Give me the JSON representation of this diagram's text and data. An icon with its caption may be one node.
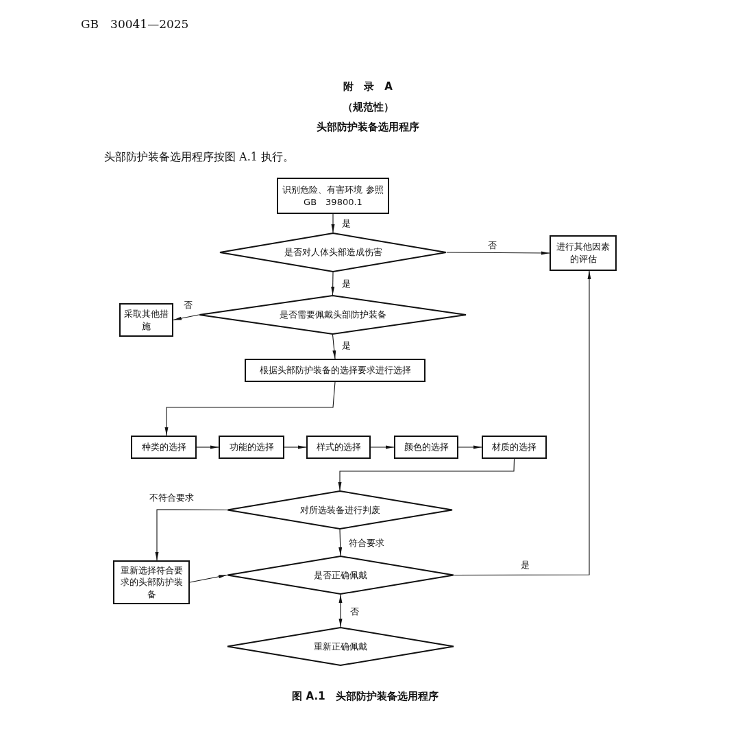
{
  "diagram": {
    "title": "头部防护装备选用程序",
    "caption": "图 A.1　头部防护装备选用程序",
    "nodes": [
      {
        "text": [
          "识别危险、有害环境 参照GB　39800.1"
        ]
      },
      {
        "text": [
          "是否对人体头部造成伤害"
        ]
      },
      {
        "text": [
          "进行其他因素的评估"
        ]
      },
      {
        "text": [
          "是否需要佩戴头部防护装备"
        ]
      },
      {
        "text": [
          "采取其他措施"
        ]
      },
      {
        "text": [
          "根据头部防护装备的选择要求进行选择"
        ]
      },
      {
        "text": [
          "种类的选择"
        ]
      },
      {
        "text": [
          "功能的选择"
        ]
      },
      {
        "text": [
          "样式的选择"
        ]
      },
      {
        "text": [
          "颜色的选择"
        ]
      },
      {
        "text": [
          "材质的选择"
        ]
      },
      {
        "text": [
          "对所选装备进行判废"
        ]
      },
      {
        "text": [
          "重新选择符合要求的头部防护装备"
        ]
      },
      {
        "text": [
          "是否正确佩戴"
        ]
      },
      {
        "text": [
          "重新正确佩戴"
        ]
      }
    ],
    "edges": [
      {
        "from": 0,
        "to": 1,
        "arrow": "to",
        "label": "是"
      },
      {
        "from": 1,
        "to": 2,
        "arrow": "to",
        "label": "否"
      },
      {
        "from": 1,
        "to": 3,
        "arrow": "to",
        "label": "是"
      },
      {
        "from": 3,
        "to": 4,
        "arrow": "to",
        "label": "否"
      },
      {
        "from": 3,
        "to": 5,
        "arrow": "to",
        "label": "是"
      },
      {
        "from": 5,
        "to": 6,
        "arrow": "to"
      },
      {
        "from": 6,
        "to": 7,
        "arrow": "to"
      },
      {
        "from": 7,
        "to": 8,
        "arrow": "to"
      },
      {
        "from": 8,
        "to": 9,
        "arrow": "to"
      },
      {
        "from": 9,
        "to": 10,
        "arrow": "to"
      },
      {
        "from": 10,
        "to": 11,
        "arrow": "to"
      },
      {
        "from": 11,
        "to": 12,
        "arrow": "to",
        "label": "不符合要求"
      },
      {
        "from": 11,
        "to": 13,
        "arrow": "to",
        "label": "符合要求"
      },
      {
        "from": 12,
        "to": 13,
        "arrow": "to"
      },
      {
        "from": 13,
        "to": 14,
        "arrow": "both",
        "label": "否"
      },
      {
        "from": 13,
        "to": 2,
        "arrow": "to",
        "label": "是"
      }
    ],
    "labels": [
      "GB　30041—2025",
      "附　录　A",
      "（规范性）",
      "头部防护装备选用程序按图 A.1 执行。"
    ]
  }
}
